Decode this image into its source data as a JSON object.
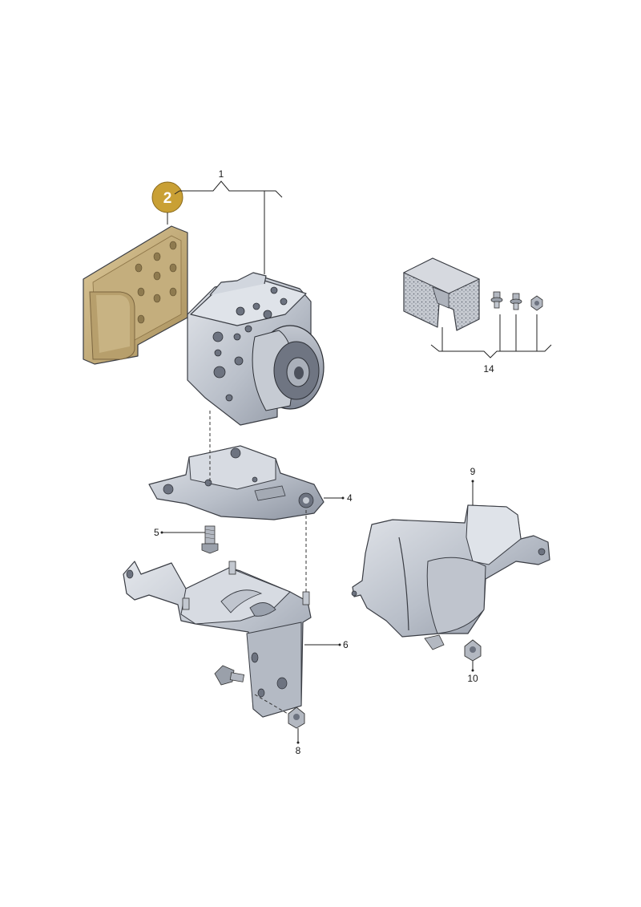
{
  "colors": {
    "highlight_fill": "#c9b27a",
    "highlight_outline": "#d4a52a",
    "badge_fill": "#c9a035",
    "part_fill": "#c5cad3",
    "part_shade": "#9aa1ad",
    "foam_fill": "#c3c7ce"
  },
  "callouts": {
    "c1": "1",
    "c2": "2",
    "c4": "4",
    "c5": "5",
    "c6": "6",
    "c8": "8",
    "c9": "9",
    "c10": "10",
    "c14": "14"
  }
}
